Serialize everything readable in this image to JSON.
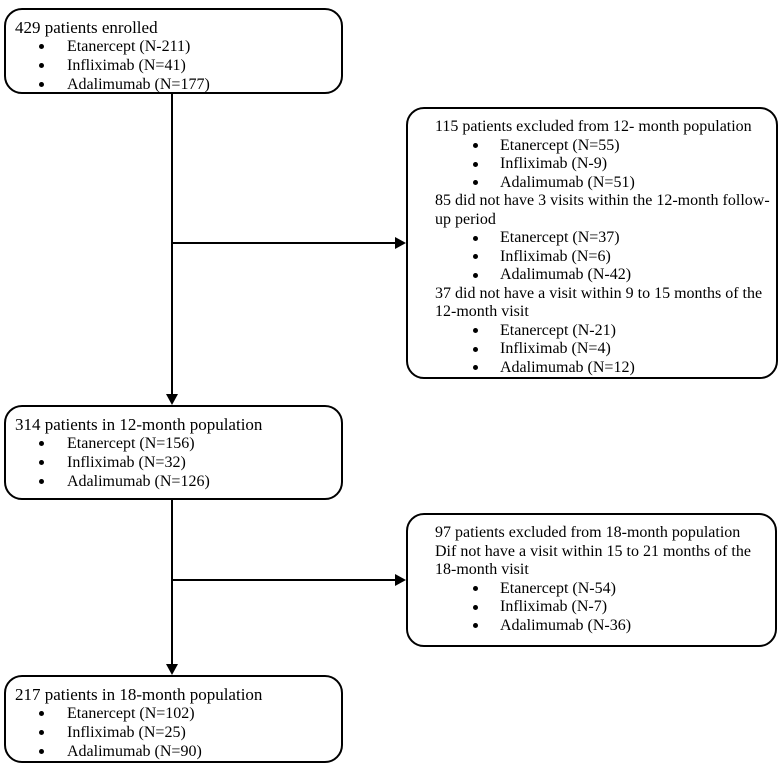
{
  "flowchart": {
    "colors": {
      "line": "#000000",
      "background": "#ffffff",
      "text": "#000000"
    },
    "boxes": {
      "enrolled": {
        "title": "429 patients enrolled",
        "bullets": [
          "Etanercept (N-211)",
          "Infliximab (N=41)",
          "Adalimumab (N=177)"
        ]
      },
      "excluded12": {
        "sections": [
          {
            "heading": "115 patients excluded from 12- month population",
            "bullets": [
              "Etanercept (N=55)",
              "Infliximab (N-9)",
              "Adalimumab (N=51)"
            ]
          },
          {
            "heading": "85 did not have 3 visits within the 12-month follow-up period",
            "bullets": [
              "Etanercept (N=37)",
              "Infliximab (N=6)",
              "Adalimumab (N-42)"
            ]
          },
          {
            "heading": "37 did not have a visit within 9 to 15 months of the 12-month visit",
            "bullets": [
              "Etanercept (N-21)",
              "Infliximab (N=4)",
              "Adalimumab (N=12)"
            ]
          }
        ]
      },
      "month12": {
        "title": "314 patients in 12-month population",
        "bullets": [
          "Etanercept (N=156)",
          "Infliximab (N=32)",
          "Adalimumab (N=126)"
        ]
      },
      "excluded18": {
        "headings": [
          "97 patients excluded from 18-month population",
          "Dif not have a visit within 15 to 21 months of the 18-month visit"
        ],
        "bullets": [
          "Etanercept (N-54)",
          "Infliximab (N-7)",
          "Adalimumab (N-36)"
        ]
      },
      "month18": {
        "title": "217 patients in 18-month population",
        "bullets": [
          "Etanercept (N=102)",
          "Infliximab (N=25)",
          "Adalimumab (N=90)"
        ]
      }
    }
  }
}
